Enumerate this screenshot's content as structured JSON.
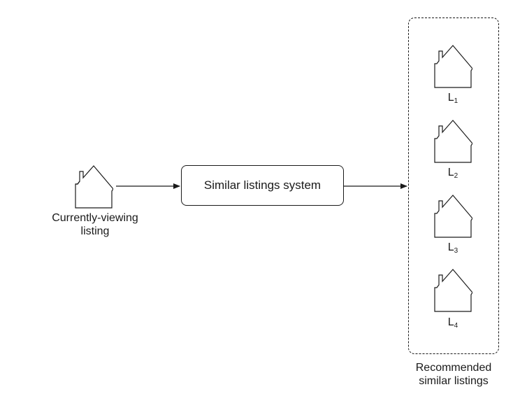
{
  "source_listing": {
    "icon": "house-icon",
    "label_lines": [
      "Currently-viewing",
      "listing"
    ]
  },
  "system": {
    "label": "Similar listings system"
  },
  "recommendations": {
    "group_label_lines": [
      "Recommended",
      "similar listings"
    ],
    "items": [
      {
        "icon": "house-icon",
        "letter": "L",
        "index": "1"
      },
      {
        "icon": "house-icon",
        "letter": "L",
        "index": "2"
      },
      {
        "icon": "house-icon",
        "letter": "L",
        "index": "3"
      },
      {
        "icon": "house-icon",
        "letter": "L",
        "index": "4"
      }
    ]
  }
}
